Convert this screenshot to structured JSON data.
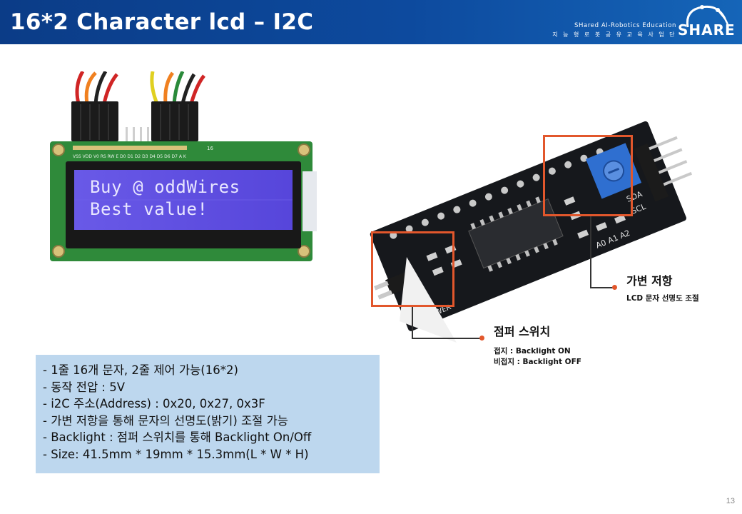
{
  "header": {
    "title": "16*2  Character  lcd  –  I2C",
    "brand_en": "SHared AI-Robotics Education",
    "brand_kr": "지 능 형 로 봇 공 유 교 육 사 업 단",
    "logo_text": "SHARE"
  },
  "lcd_display": {
    "line1": "Buy @ oddWires",
    "line2": "Best value!",
    "pin_labels": "VSS VDD V0 RS RW E D0 D1 D2 D3 D4 D5 D6 D7 A K",
    "pin_number": "16"
  },
  "module_labels": {
    "sda": "SDA",
    "scl": "SCL",
    "address_pins": "A0 A1 A2",
    "power": "POWER"
  },
  "callouts": {
    "pot": {
      "title": "가변 저항",
      "desc": "LCD 문자 선명도 조절"
    },
    "jumper": {
      "title": "점퍼 스위치",
      "desc1": "접지 : Backlight ON",
      "desc2": "비접지 : Backlight OFF"
    }
  },
  "specs": [
    "- 1줄 16개 문자, 2줄 제어 가능(16*2)",
    "- 동작 전압 : 5V",
    "- i2C 주소(Address)  : 0x20, 0x27, 0x3F",
    "- 가변 저항을 통해 문자의 선명도(밝기) 조절 가능",
    "- Backlight :  점퍼 스위치를 통해 Backlight On/Off",
    "- Size: 41.5mm * 19mm * 15.3mm(L * W * H)"
  ],
  "page_number": "13",
  "colors": {
    "header_bg": "#0d4a9e",
    "callout": "#e2572c",
    "spec_bg": "#bdd7ee",
    "lcd_screen": "#5e4de0",
    "pcb_green": "#2f8a3a",
    "pot_blue": "#2f6fd0"
  }
}
